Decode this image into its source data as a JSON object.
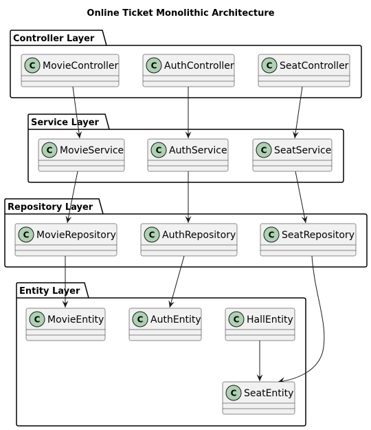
{
  "diagram": {
    "title": "Online Ticket Monolithic Architecture",
    "stereotype_glyph": "C",
    "packages": [
      {
        "id": "controller",
        "label": "Controller Layer"
      },
      {
        "id": "service",
        "label": "Service Layer"
      },
      {
        "id": "repository",
        "label": "Repository Layer"
      },
      {
        "id": "entity",
        "label": "Entity Layer"
      }
    ],
    "classes": [
      {
        "id": "movie_controller",
        "name": "MovieController",
        "package": "controller"
      },
      {
        "id": "auth_controller",
        "name": "AuthController",
        "package": "controller"
      },
      {
        "id": "seat_controller",
        "name": "SeatController",
        "package": "controller"
      },
      {
        "id": "movie_service",
        "name": "MovieService",
        "package": "service"
      },
      {
        "id": "auth_service",
        "name": "AuthService",
        "package": "service"
      },
      {
        "id": "seat_service",
        "name": "SeatService",
        "package": "service"
      },
      {
        "id": "movie_repository",
        "name": "MovieRepository",
        "package": "repository"
      },
      {
        "id": "auth_repository",
        "name": "AuthRepository",
        "package": "repository"
      },
      {
        "id": "seat_repository",
        "name": "SeatRepository",
        "package": "repository"
      },
      {
        "id": "movie_entity",
        "name": "MovieEntity",
        "package": "entity"
      },
      {
        "id": "auth_entity",
        "name": "AuthEntity",
        "package": "entity"
      },
      {
        "id": "hall_entity",
        "name": "HallEntity",
        "package": "entity"
      },
      {
        "id": "seat_entity",
        "name": "SeatEntity",
        "package": "entity"
      }
    ],
    "relations": [
      {
        "from": "movie_controller",
        "to": "movie_service"
      },
      {
        "from": "auth_controller",
        "to": "auth_service"
      },
      {
        "from": "seat_controller",
        "to": "seat_service"
      },
      {
        "from": "movie_service",
        "to": "movie_repository"
      },
      {
        "from": "auth_service",
        "to": "auth_repository"
      },
      {
        "from": "seat_service",
        "to": "seat_repository"
      },
      {
        "from": "movie_repository",
        "to": "movie_entity"
      },
      {
        "from": "auth_repository",
        "to": "auth_entity"
      },
      {
        "from": "seat_repository",
        "to": "seat_entity"
      },
      {
        "from": "hall_entity",
        "to": "seat_entity"
      }
    ]
  }
}
